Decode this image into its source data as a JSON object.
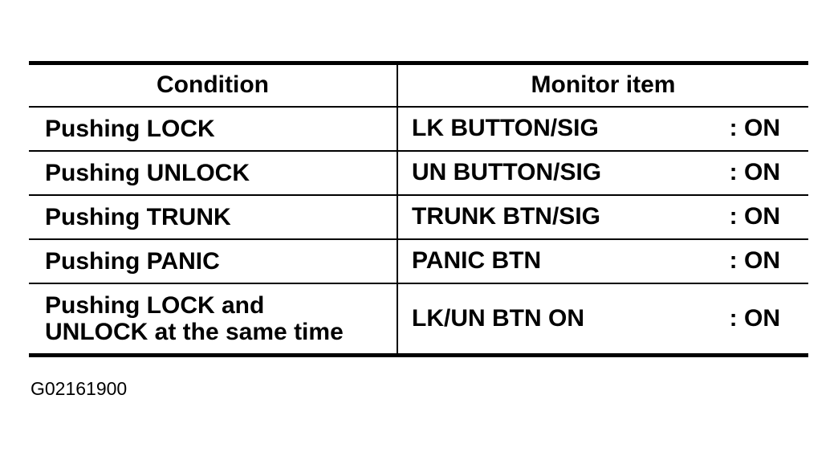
{
  "table": {
    "headers": [
      "Condition",
      "Monitor item"
    ],
    "rows": [
      {
        "condition": "Pushing LOCK",
        "monitor_item": "LK BUTTON/SIG",
        "value": ": ON"
      },
      {
        "condition": "Pushing UNLOCK",
        "monitor_item": "UN BUTTON/SIG",
        "value": ": ON"
      },
      {
        "condition": "Pushing TRUNK",
        "monitor_item": "TRUNK BTN/SIG",
        "value": ": ON"
      },
      {
        "condition": "Pushing PANIC",
        "monitor_item": "PANIC BTN",
        "value": ": ON"
      },
      {
        "condition": "Pushing LOCK and\nUNLOCK at the same time",
        "monitor_item": "LK/UN BTN ON",
        "value": ": ON"
      }
    ]
  },
  "footer": {
    "figure_id": "G02161900"
  },
  "colors": {
    "text": "#000000",
    "background": "#ffffff",
    "border": "#000000"
  }
}
